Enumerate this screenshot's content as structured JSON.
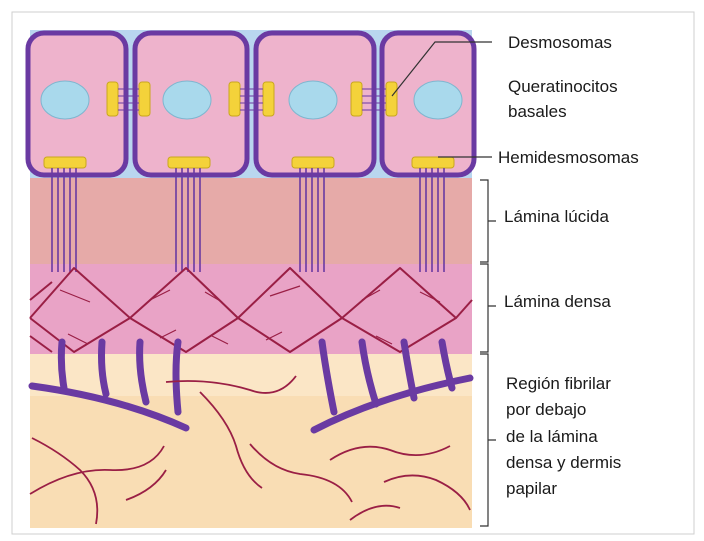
{
  "labels": {
    "desmosomes": "Desmosomas",
    "basal_keratinocytes_line1": "Queratinocitos",
    "basal_keratinocytes_line2": "basales",
    "hemidesmosomes": "Hemidesmosomas",
    "lamina_lucida": "Lámina lúcida",
    "lamina_densa": "Lámina densa",
    "fibrillar_region_line1": "Región fibrilar",
    "fibrillar_region_line2": "por debajo",
    "fibrillar_region_line3": "de la lámina",
    "fibrillar_region_line4": "densa y dermis",
    "fibrillar_region_line5": "papilar"
  },
  "colors": {
    "cell_fill": "#eeb3cc",
    "cell_border": "#6a3aa2",
    "nucleus": "#a9d9ec",
    "desmosome": "#f4d23a",
    "intercellular_space": "#b9d6ef",
    "lamina_lucida": "#e6aaa8",
    "lamina_densa": "#e9a3c6",
    "dermis": "#f9ddb4",
    "fibers": "#9a1f45",
    "anchoring_fibrils": "#6a3aa2"
  }
}
